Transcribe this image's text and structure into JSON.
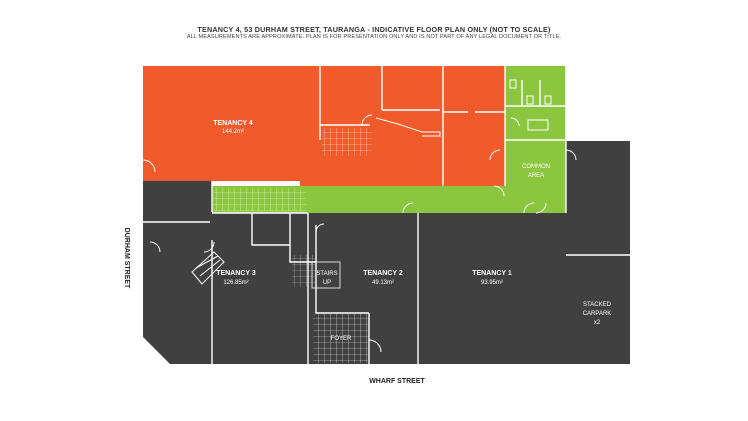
{
  "header": {
    "title": "TENANCY 4, 53 DURHAM STREET, TAURANGA - INDICATIVE FLOOR PLAN ONLY (NOT TO SCALE)",
    "subtitle": "ALL MEASUREMENTS ARE APPROXIMATE. PLAN IS FOR PRESENTATION ONLY AND IS NOT PART OF ANY LEGAL DOCUMENT OR TITLE."
  },
  "streets": {
    "durham": "DURHAM STREET",
    "wharf": "WHARF STREET"
  },
  "colors": {
    "tenancy4": "#f15a2b",
    "common": "#8cc63f",
    "other": "#404041"
  },
  "rooms": {
    "tenancy4": {
      "name": "TENANCY 4",
      "area": "144.2m²"
    },
    "tenancy3": {
      "name": "TENANCY 3",
      "area": "126.85m²"
    },
    "tenancy2": {
      "name": "TENANCY 2",
      "area": "49.13m²"
    },
    "tenancy1": {
      "name": "TENANCY 1",
      "area": "93.95m²"
    },
    "common": {
      "line1": "COMMON",
      "line2": "AREA"
    },
    "stairs": {
      "line1": "STAIRS",
      "line2": "UP"
    },
    "foyer": {
      "name": "FOYER"
    },
    "carpark": {
      "line1": "STACKED",
      "line2": "CARPARK",
      "line3": "x2"
    }
  }
}
